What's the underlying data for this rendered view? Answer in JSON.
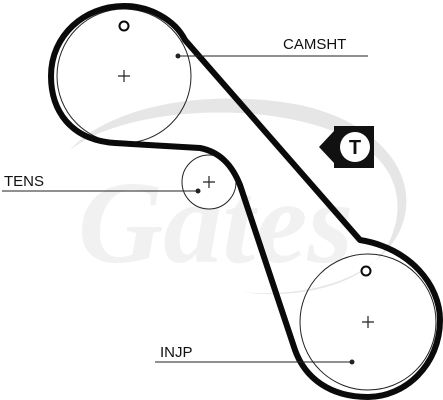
{
  "diagram": {
    "labels": {
      "camshaft": "CAMSHT",
      "tensioner": "TENS",
      "injection_pump": "INJP"
    },
    "timing_badge": {
      "letter": "T"
    },
    "watermark_text": "Gates",
    "colors": {
      "belt": "#0a0a0a",
      "pulley_outline": "#222222",
      "leader_line": "#222222",
      "watermark": "#e6e6e6",
      "badge_bg": "#111111",
      "badge_fg": "#ffffff"
    }
  }
}
